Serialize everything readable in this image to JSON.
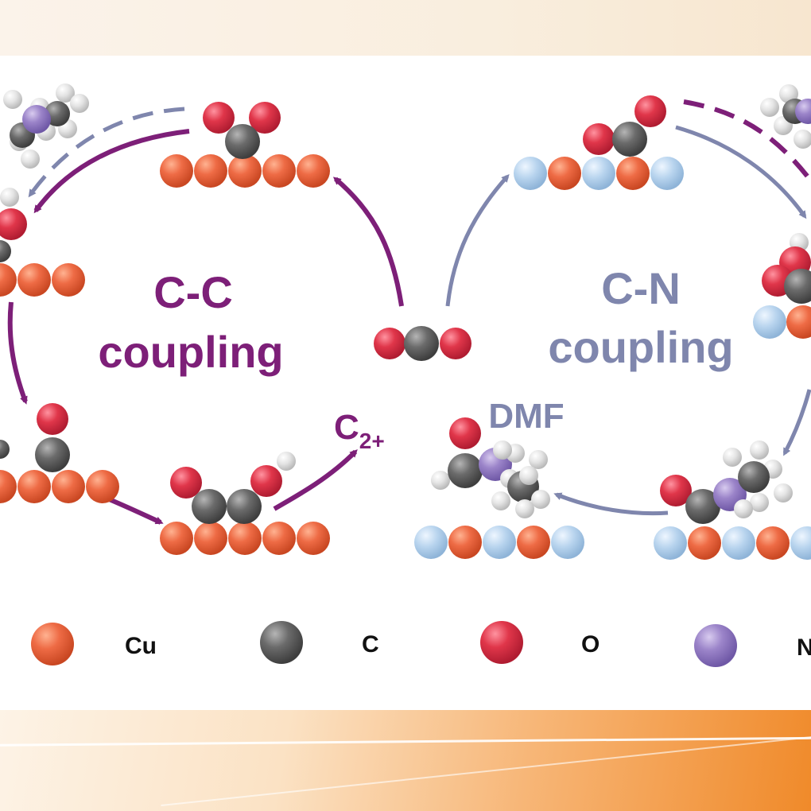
{
  "labels": {
    "cc_line1": "C-C",
    "cc_line2": "coupling",
    "cn_line1": "C-N",
    "cn_line2": "coupling",
    "dmf": "DMF",
    "c2_main": "C",
    "c2_sub": "2+"
  },
  "legend": [
    {
      "symbol": "Cu",
      "color": "#ee6b45"
    },
    {
      "symbol": "C",
      "color": "#6b6b6b"
    },
    {
      "symbol": "O",
      "color": "#e0364a"
    },
    {
      "symbol": "N",
      "color": "#9b84c9"
    }
  ],
  "colors": {
    "cc_cycle": "#7d1f78",
    "cn_cycle": "#7f86ad",
    "cu": "#ee6b45",
    "c": "#6b6b6b",
    "o": "#e0364a",
    "n": "#9b84c9",
    "h": "#e4e4e4",
    "substrate_alt": "#b8d4ee"
  }
}
